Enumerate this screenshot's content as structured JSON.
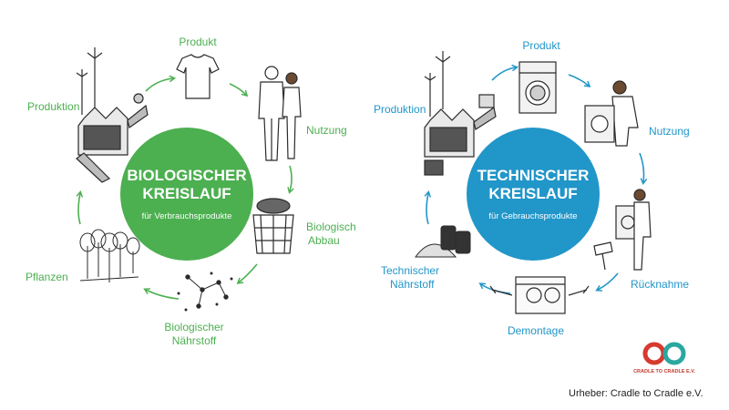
{
  "colors": {
    "bio": "#4caf50",
    "tech": "#2196c9",
    "ink": "#2b2b2b",
    "logo_red": "#d63a2f",
    "logo_teal": "#2aa7a0"
  },
  "bio": {
    "title_line1": "BIOLOGISCHER",
    "title_line2": "KREISLAUF",
    "subtitle": "für Verbrauchsprodukte",
    "labels": {
      "produkt": "Produkt",
      "nutzung": "Nutzung",
      "abbau1": "Biologisch",
      "abbau2": "Abbau",
      "naehrstoff1": "Biologischer",
      "naehrstoff2": "Nährstoff",
      "pflanzen": "Pflanzen",
      "produktion": "Produktion"
    },
    "icons": [
      "factory-icon",
      "tshirt-icon",
      "couple-icon",
      "compost-bin-icon",
      "nutrient-molecule-icon",
      "trees-icon"
    ]
  },
  "tech": {
    "title_line1": "TECHNISCHER",
    "title_line2": "KREISLAUF",
    "subtitle": "für Gebrauchsprodukte",
    "labels": {
      "produkt": "Produkt",
      "nutzung": "Nutzung",
      "ruecknahme": "Rücknahme",
      "demontage": "Demontage",
      "naehrstoff1": "Technischer",
      "naehrstoff2": "Nährstoff",
      "produktion": "Produktion"
    },
    "icons": [
      "factory-icon",
      "washing-machine-icon",
      "man-with-machine-icon",
      "return-sign-icon",
      "disassembly-icon",
      "raw-material-pile-icon"
    ]
  },
  "logo": {
    "text": "CRADLE TO CRADLE E.V."
  },
  "credit": "Urheber: Cradle to Cradle e.V."
}
